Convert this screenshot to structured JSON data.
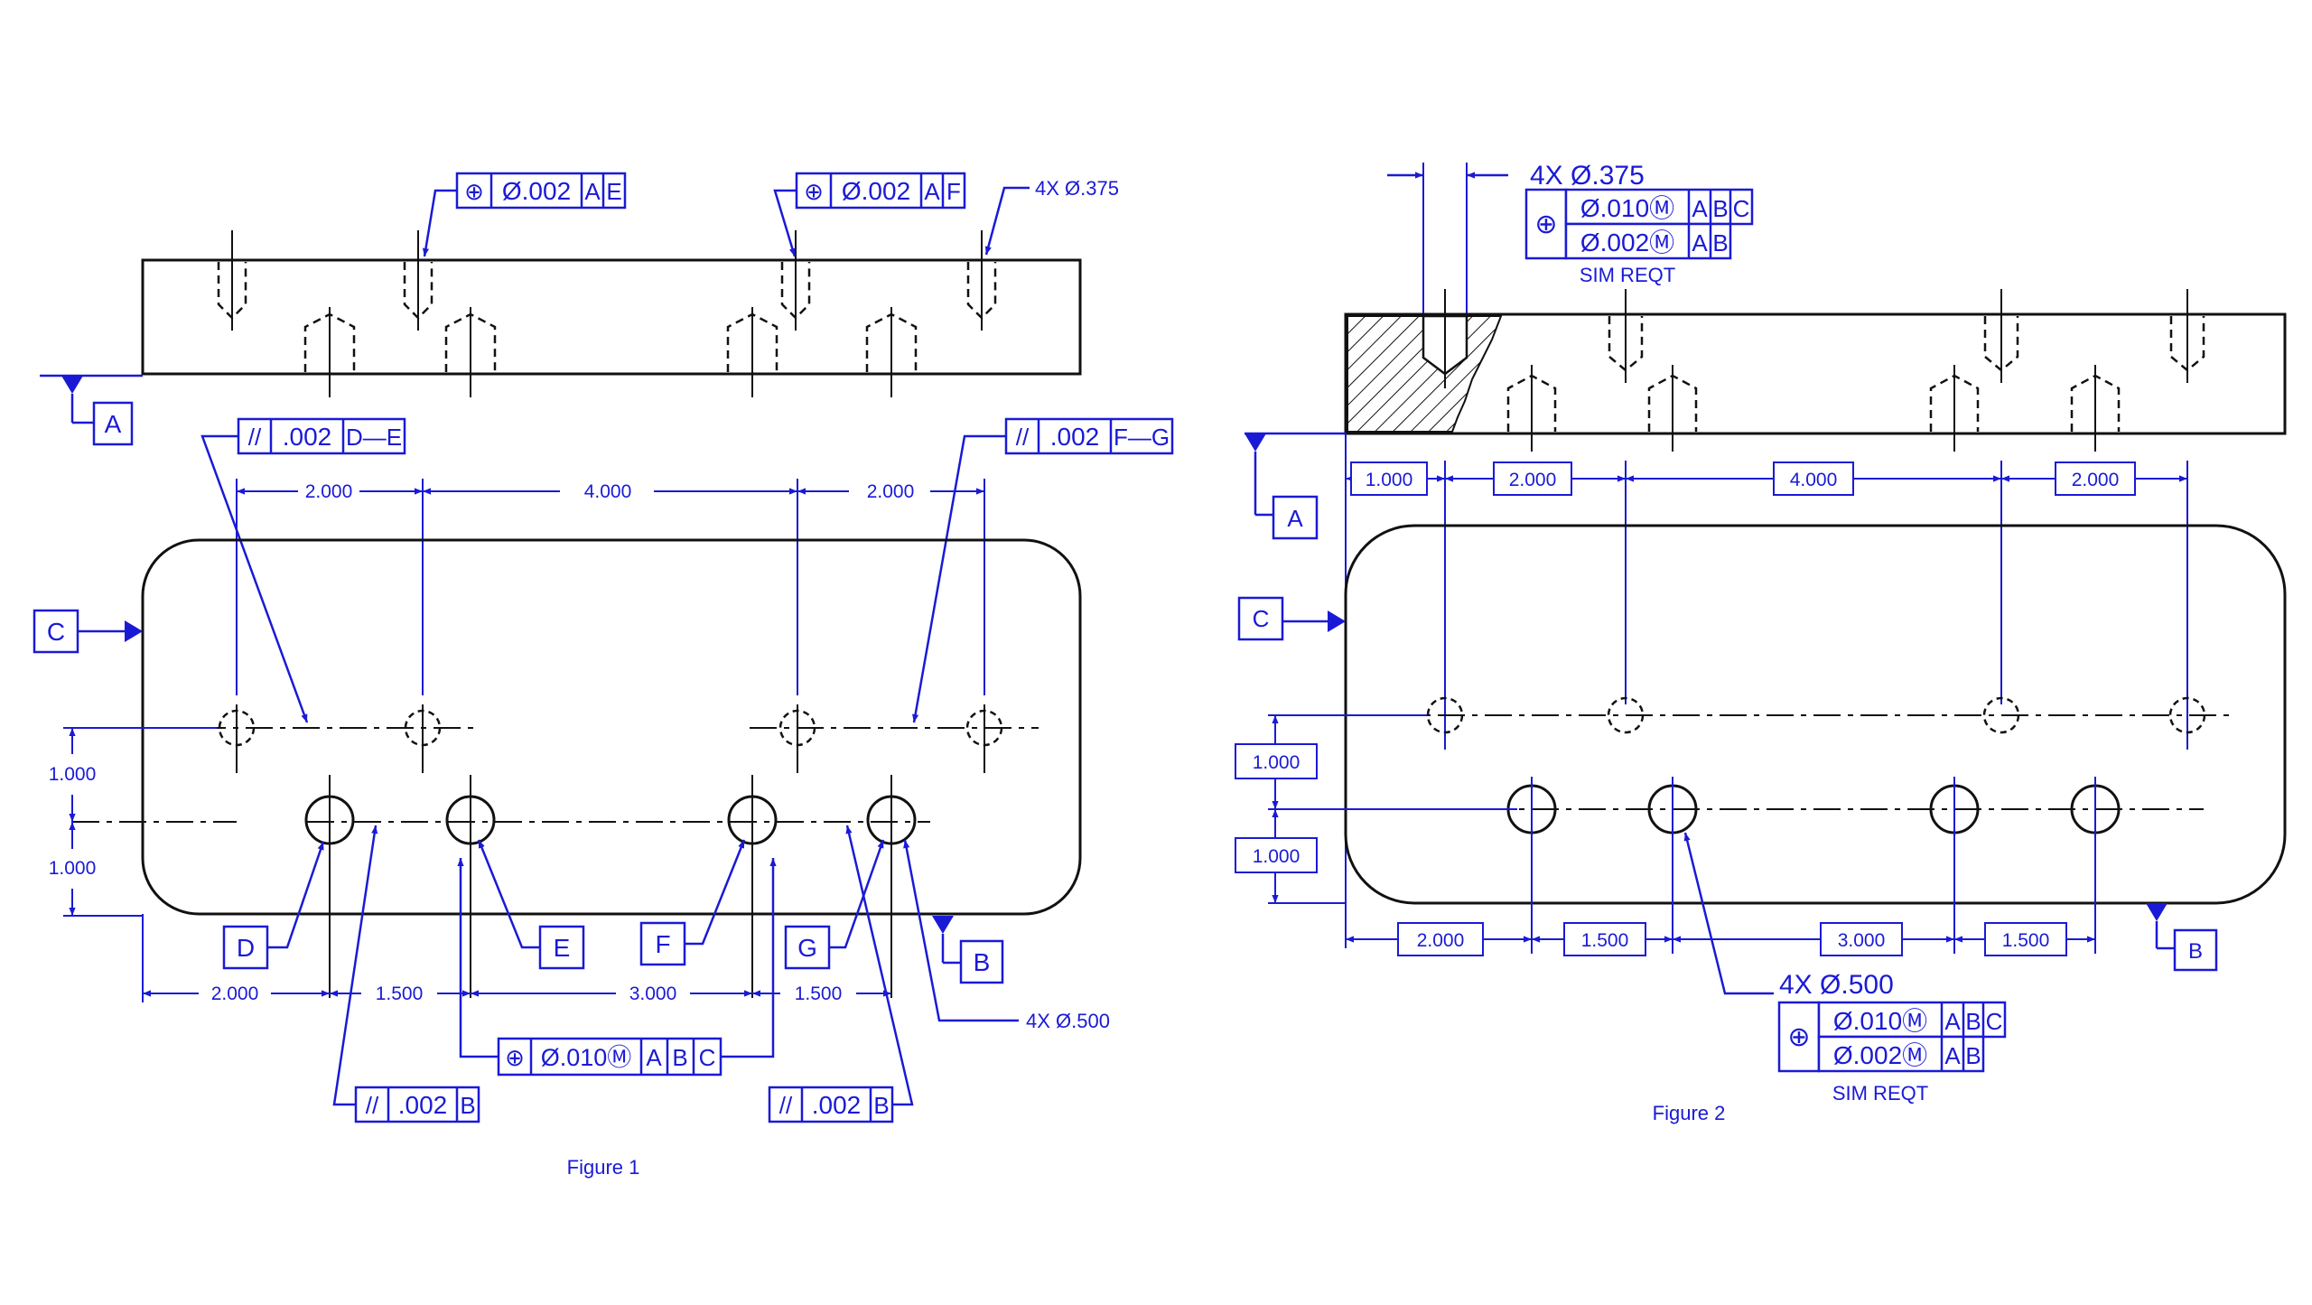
{
  "figure1": {
    "caption": "Figure 1",
    "fcf_top_left": [
      "⊕",
      "Ø.002",
      "A",
      "E"
    ],
    "fcf_top_right": [
      "⊕",
      "Ø.002",
      "A",
      "F"
    ],
    "fcf_parallel_de": [
      "//",
      ".002",
      "D—E"
    ],
    "fcf_parallel_fg": [
      "//",
      ".002",
      "F—G"
    ],
    "fcf_position_large": [
      "⊕",
      "Ø.010Ⓜ",
      "A",
      "B",
      "C"
    ],
    "fcf_parallel_b_left": [
      "//",
      ".002",
      "B"
    ],
    "fcf_parallel_b_right": [
      "//",
      ".002",
      "B"
    ],
    "note_small_holes": "4X Ø.375",
    "note_large_holes": "4X Ø.500",
    "datums": {
      "a": "A",
      "b": "B",
      "c": "C",
      "d": "D",
      "e": "E",
      "f": "F",
      "g": "G"
    },
    "dims_top": [
      "2.000",
      "4.000",
      "2.000"
    ],
    "dims_side": [
      "1.000",
      "1.000"
    ],
    "dims_bottom": [
      "2.000",
      "1.500",
      "3.000",
      "1.500"
    ]
  },
  "figure2": {
    "caption": "Figure 2",
    "note_small_holes": "4X Ø.375",
    "fcf_small_row1": [
      "Ø.010Ⓜ",
      "A",
      "B",
      "C"
    ],
    "fcf_small_row2": [
      "Ø.002Ⓜ",
      "A",
      "B"
    ],
    "sim_reqt_small": "SIM  REQT",
    "note_large_holes": "4X Ø.500",
    "fcf_large_row1": [
      "Ø.010Ⓜ",
      "A",
      "B",
      "C"
    ],
    "fcf_large_row2": [
      "Ø.002Ⓜ",
      "A",
      "B"
    ],
    "sim_reqt_large": "SIM  REQT",
    "position_symbol": "⊕",
    "datums": {
      "a": "A",
      "b": "B",
      "c": "C"
    },
    "dims_top": [
      "1.000",
      "2.000",
      "4.000",
      "2.000"
    ],
    "dims_side": [
      "1.000",
      "1.000"
    ],
    "dims_bottom": [
      "2.000",
      "1.500",
      "3.000",
      "1.500"
    ]
  },
  "colors": {
    "annotation": "#1a1ad6",
    "geometry": "#111111"
  }
}
